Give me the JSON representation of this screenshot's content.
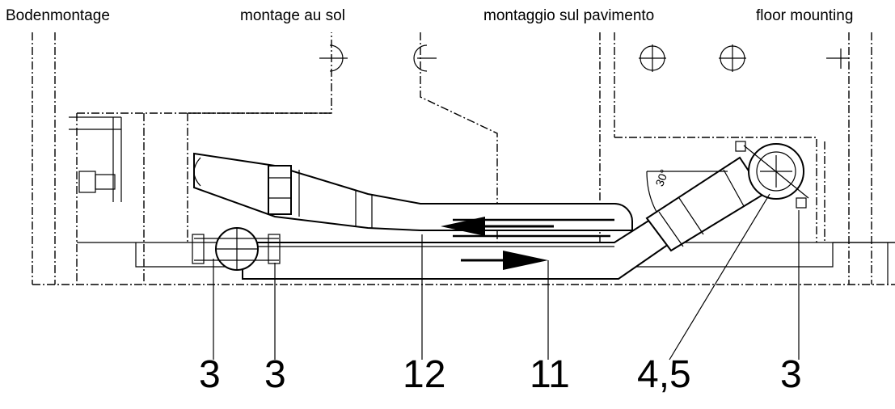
{
  "headers": {
    "de": "Bodenmontage",
    "fr": "montage au sol",
    "it": "montaggio sul pavimento",
    "en": "floor mounting"
  },
  "callouts": [
    "3",
    "3",
    "12",
    "11",
    "4,5",
    "3"
  ],
  "angle_label": "30°"
}
